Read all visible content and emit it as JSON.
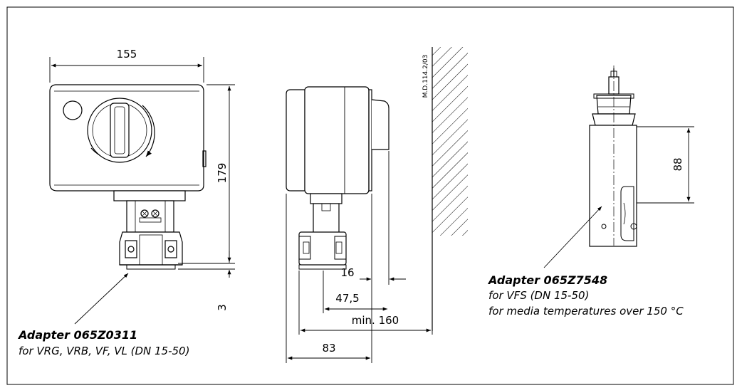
{
  "dimensions": {
    "width_155": "155",
    "height_179": "179",
    "gap_3": "3",
    "gap_16": "16",
    "depth_47_5": "47,5",
    "clearance_min_160": "min. 160",
    "depth_83": "83",
    "height_88": "88"
  },
  "drawing_ref": "M.D.114.2/03",
  "callouts": {
    "adapter_left": {
      "title": "Adapter 065Z0311",
      "line1": "for VRG, VRB, VF, VL (DN 15-50)"
    },
    "adapter_right": {
      "title": "Adapter 065Z7548",
      "line1": "for VFS (DN 15-50)",
      "line2": "for media temperatures over 150 °C"
    }
  }
}
